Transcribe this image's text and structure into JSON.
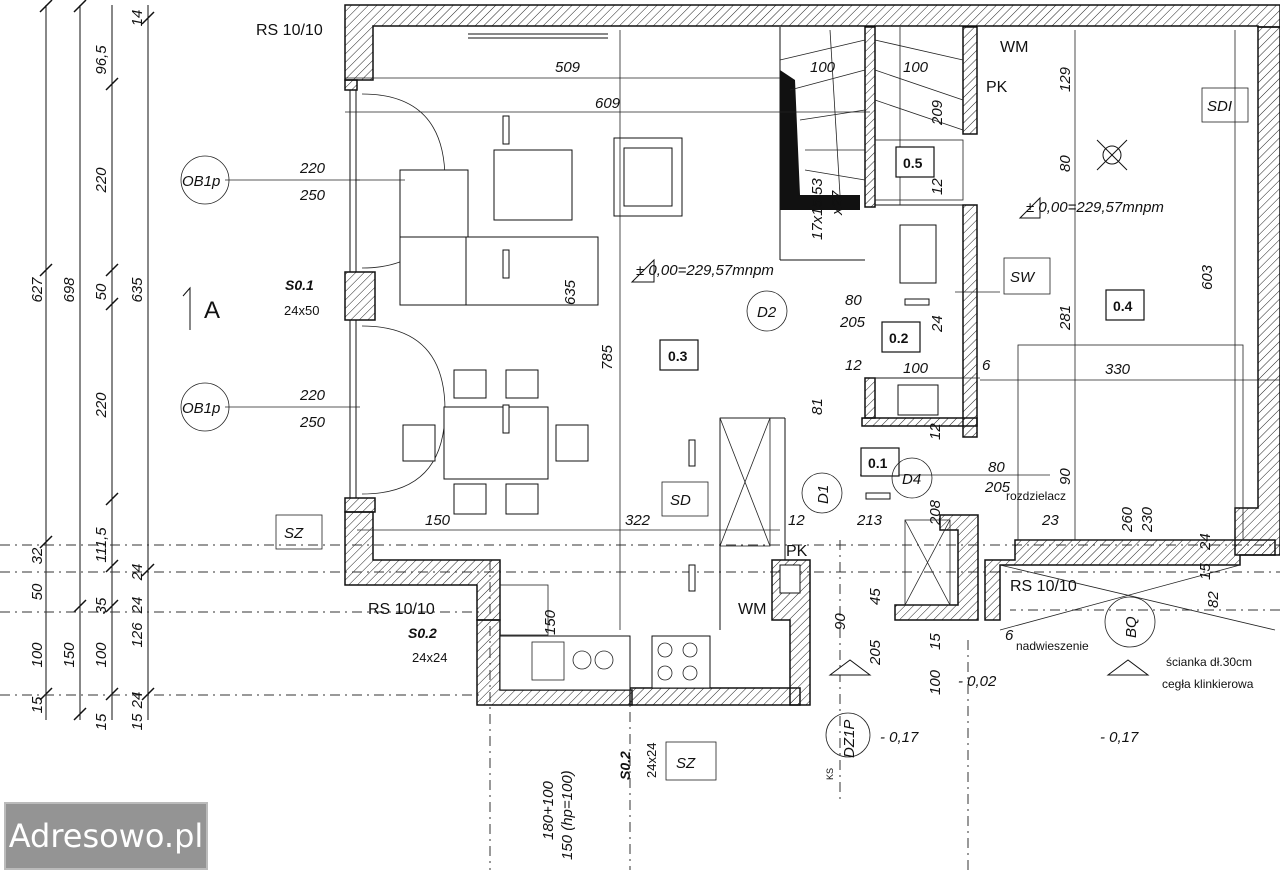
{
  "rooms": [
    {
      "id": "0.3",
      "area": ""
    },
    {
      "id": "0.4"
    },
    {
      "id": "0.5"
    },
    {
      "id": "0.2"
    },
    {
      "id": "0.1"
    }
  ],
  "levels": {
    "main": "± 0,00=229,57mnpm",
    "right": "± 0,00=229,57mnpm",
    "entry": "- 0,02",
    "ext1": "- 0,17",
    "ext2": "- 0,17"
  },
  "symbols": {
    "ob1": "OB1p",
    "ob2": "OB1p",
    "d2": "D2",
    "d1": "D1",
    "d4": "D4",
    "dz1": "DZ1P",
    "bq": "BQ",
    "sz1": "SZ",
    "sz2": "SZ",
    "sd": "SD",
    "sw": "SW",
    "sdi": "SDI",
    "axis": "A"
  },
  "labels": {
    "rs1": "RS 10/10",
    "rs2": "RS 10/10",
    "rs3": "RS 10/10",
    "wm1": "WM",
    "wm2": "WM",
    "pk1": "PK",
    "pk2": "PK",
    "s01": "S0.1",
    "s01dim": "24x50",
    "s02a": "S0.2",
    "s02adim": "24x24",
    "s02b": "S0.2",
    "s02bdim": "24x24",
    "stairs": "17x15,53",
    "stairs2": "x27",
    "rozdzielacz": "rozdzielacz",
    "nadwieszenie": "nadwieszenie",
    "scianka": "ścianka dł.30cm",
    "cegla": "cegła klinkierowa",
    "window_sill": "180+100",
    "window_sill2": "150 (hp=100)",
    "ks": "KS"
  },
  "dims_left": [
    "96,5",
    "220",
    "50",
    "220",
    "111,5",
    "32",
    "50",
    "35",
    "100",
    "15",
    "14",
    "627",
    "698",
    "635",
    "150",
    "100",
    "126",
    "24",
    "24",
    "24",
    "15",
    "15"
  ],
  "dims_plan": [
    "509",
    "609",
    "100",
    "100",
    "220",
    "250",
    "220",
    "250",
    "150",
    "322",
    "785",
    "635",
    "209",
    "12",
    "80",
    "205",
    "100",
    "12",
    "24",
    "80",
    "205",
    "213",
    "12",
    "81",
    "208",
    "129",
    "80",
    "281",
    "603",
    "330",
    "90",
    "260",
    "230",
    "23",
    "24",
    "15",
    "12",
    "6",
    "90",
    "45",
    "205",
    "100",
    "15",
    "150",
    "82",
    "6"
  ],
  "watermark": "Adresowo.pl"
}
